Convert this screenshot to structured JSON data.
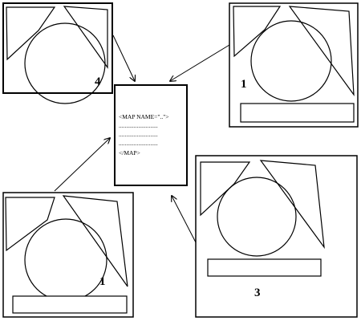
{
  "panels": {
    "top_left": {
      "number": "4"
    },
    "top_right": {
      "number": "1"
    },
    "bottom_left": {
      "number": "1"
    },
    "bottom_right": {
      "number": "3"
    }
  },
  "map_document": {
    "lines": [
      "<MAP NAME=\"..\">",
      "..........................",
      "..........................",
      "..........................",
      "</MAP>"
    ]
  },
  "colors": {
    "stroke": "#000000",
    "background": "#ffffff"
  }
}
